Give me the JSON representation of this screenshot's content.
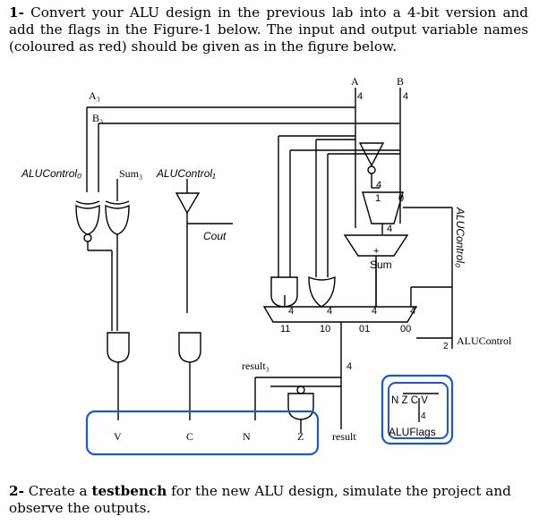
{
  "question1": {
    "number": "1-",
    "text": "Convert your ALU design in the previous lab into a 4-bit version and add the flags in the Figure-1 below. The input and output variable names (coloured as red) should be given as in the figure below."
  },
  "question2": {
    "number": "2-",
    "pre": "Create a",
    "bold": "testbench",
    "post": "for the new ALU design, simulate the project and observe the outputs."
  },
  "figure": {
    "A": "A",
    "B": "B",
    "A3": "A₃",
    "B3": "B₃",
    "aluControl0_left": "ALUControl₀",
    "sum3": "Sum₃",
    "aluControl1": "ALUControl₁",
    "cout": "Cout",
    "bus4": "4",
    "mux0": "0",
    "mux1": "1",
    "adder_plus": "+",
    "sum": "Sum",
    "mux_sel_11": "11",
    "mux_sel_10": "10",
    "mux_sel_01": "01",
    "mux_sel_00": "00",
    "aluControl_label": "ALUControl",
    "bus2": "2",
    "result3": "result₃",
    "flag_V": "V",
    "flag_C": "C",
    "flag_N": "N",
    "flag_Z": "Z",
    "result": "result",
    "nzcv": "N Z C V",
    "aluFlags": "ALUFlags",
    "aluControl0_vertical": "ALUControl₀"
  }
}
